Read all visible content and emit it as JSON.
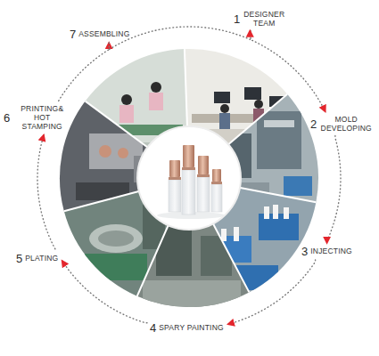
{
  "diagram": {
    "nodes": [
      {
        "text": [
          "1",
          "DESIGNER TEAM"
        ]
      },
      {
        "text": [
          "2",
          "MOLD DEVELOPING"
        ]
      },
      {
        "text": [
          "3",
          "INJECTING"
        ]
      },
      {
        "text": [
          "4",
          "SPARY PAINTING"
        ]
      },
      {
        "text": [
          "5",
          "PLATING"
        ]
      },
      {
        "text": [
          "6",
          "PRINTING& HOT STAMPING"
        ]
      },
      {
        "text": [
          "7",
          "ASSEMBLING"
        ]
      }
    ],
    "edges": [
      {
        "from": 0,
        "to": 1,
        "arrow": "to"
      },
      {
        "from": 1,
        "to": 2,
        "arrow": "to"
      },
      {
        "from": 2,
        "to": 3,
        "arrow": "to"
      },
      {
        "from": 3,
        "to": 4,
        "arrow": "to"
      },
      {
        "from": 4,
        "to": 5,
        "arrow": "to"
      },
      {
        "from": 5,
        "to": 6,
        "arrow": "to"
      },
      {
        "from": 6,
        "to": 0,
        "arrow": "to"
      }
    ]
  }
}
